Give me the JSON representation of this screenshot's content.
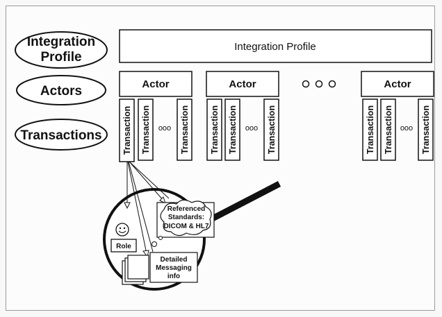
{
  "labels": {
    "integration_profile_oval": [
      "Integration",
      "Profile"
    ],
    "actors_oval": "Actors",
    "transactions_oval": "Transactions",
    "integration_profile_box": "Integration Profile",
    "actor": "Actor",
    "transaction": "Transaction",
    "ellipsis": "ooo",
    "role": "Role",
    "referenced_standards": [
      "Referenced",
      "Standards:",
      "DICOM & HL7"
    ],
    "detailed_messaging": [
      "Detailed",
      "Messaging",
      "info"
    ]
  },
  "colors": {
    "stroke": "#111111",
    "background": "#fcfcfc",
    "frame": "#9a9a9a"
  },
  "icons": [
    "smiley-face-icon",
    "thought-cloud-icon",
    "document-stack-icon",
    "magnifying-glass-icon"
  ]
}
